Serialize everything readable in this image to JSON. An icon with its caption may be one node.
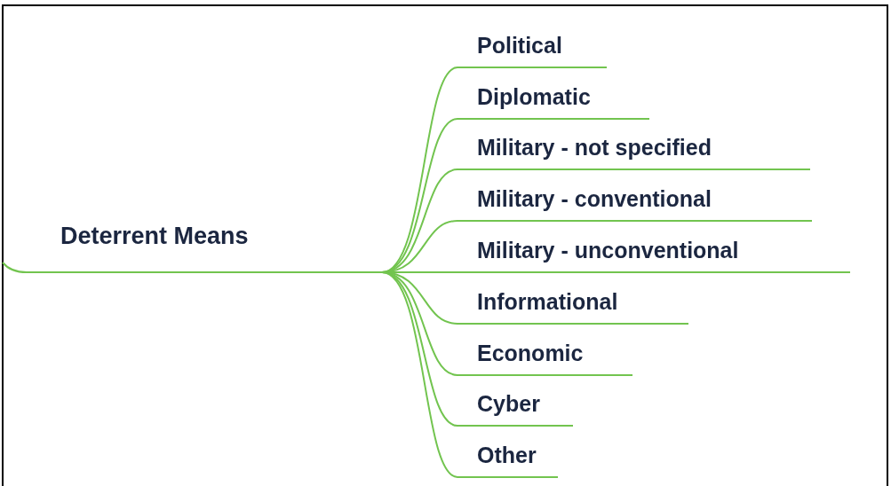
{
  "diagram": {
    "nodes": [
      {
        "text": [
          "Deterrent Means"
        ]
      },
      {
        "text": [
          "Political"
        ]
      },
      {
        "text": [
          "Diplomatic"
        ]
      },
      {
        "text": [
          "Military - not specified"
        ]
      },
      {
        "text": [
          "Military - conventional"
        ]
      },
      {
        "text": [
          "Military - unconventional"
        ]
      },
      {
        "text": [
          "Informational"
        ]
      },
      {
        "text": [
          "Economic"
        ]
      },
      {
        "text": [
          "Cyber"
        ]
      },
      {
        "text": [
          "Other"
        ]
      }
    ],
    "edges": [
      {
        "from": null,
        "to": 0,
        "arrow": "none"
      },
      {
        "from": 0,
        "to": 1,
        "arrow": "none"
      },
      {
        "from": 0,
        "to": 2,
        "arrow": "none"
      },
      {
        "from": 0,
        "to": 3,
        "arrow": "none"
      },
      {
        "from": 0,
        "to": 4,
        "arrow": "none"
      },
      {
        "from": 0,
        "to": 5,
        "arrow": "none"
      },
      {
        "from": 0,
        "to": 6,
        "arrow": "none"
      },
      {
        "from": 0,
        "to": 7,
        "arrow": "none"
      },
      {
        "from": 0,
        "to": 8,
        "arrow": "none"
      },
      {
        "from": 0,
        "to": 9,
        "arrow": "none"
      }
    ]
  }
}
